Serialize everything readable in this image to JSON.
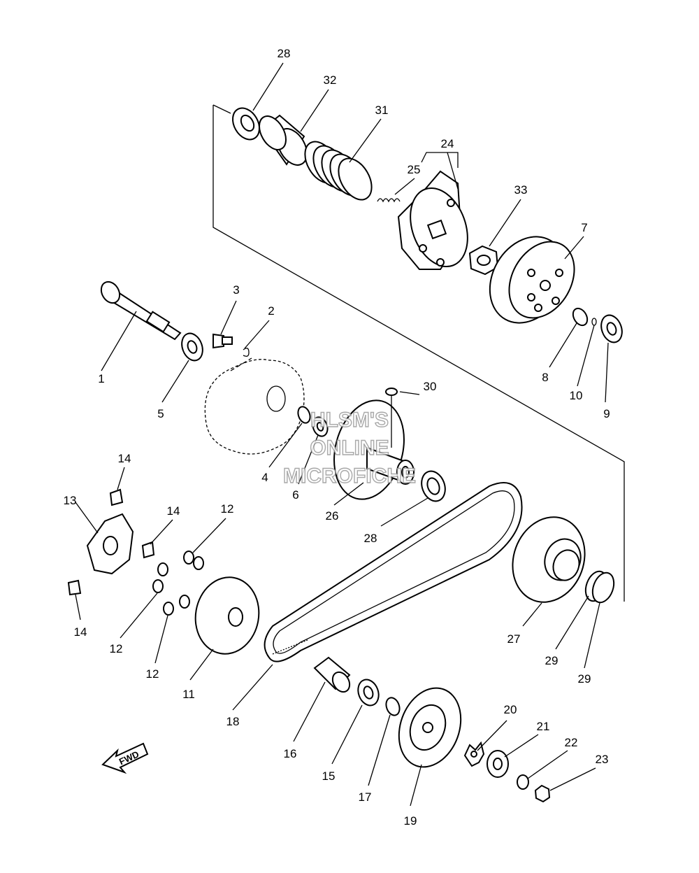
{
  "diagram": {
    "callouts": [
      {
        "id": "1",
        "text": "1"
      },
      {
        "id": "2",
        "text": "2"
      },
      {
        "id": "3",
        "text": "3"
      },
      {
        "id": "4",
        "text": "4"
      },
      {
        "id": "5",
        "text": "5"
      },
      {
        "id": "6",
        "text": "6"
      },
      {
        "id": "7",
        "text": "7"
      },
      {
        "id": "8",
        "text": "8"
      },
      {
        "id": "9",
        "text": "9"
      },
      {
        "id": "10",
        "text": "10"
      },
      {
        "id": "11",
        "text": "11"
      },
      {
        "id": "12a",
        "text": "12"
      },
      {
        "id": "12b",
        "text": "12"
      },
      {
        "id": "12c",
        "text": "12"
      },
      {
        "id": "13",
        "text": "13"
      },
      {
        "id": "14a",
        "text": "14"
      },
      {
        "id": "14b",
        "text": "14"
      },
      {
        "id": "14c",
        "text": "14"
      },
      {
        "id": "15",
        "text": "15"
      },
      {
        "id": "16",
        "text": "16"
      },
      {
        "id": "17",
        "text": "17"
      },
      {
        "id": "18",
        "text": "18"
      },
      {
        "id": "19",
        "text": "19"
      },
      {
        "id": "20",
        "text": "20"
      },
      {
        "id": "21",
        "text": "21"
      },
      {
        "id": "22",
        "text": "22"
      },
      {
        "id": "23",
        "text": "23"
      },
      {
        "id": "24",
        "text": "24"
      },
      {
        "id": "25",
        "text": "25"
      },
      {
        "id": "26",
        "text": "26"
      },
      {
        "id": "27",
        "text": "27"
      },
      {
        "id": "28a",
        "text": "28"
      },
      {
        "id": "28b",
        "text": "28"
      },
      {
        "id": "29a",
        "text": "29"
      },
      {
        "id": "29b",
        "text": "29"
      },
      {
        "id": "30",
        "text": "30"
      },
      {
        "id": "31",
        "text": "31"
      },
      {
        "id": "32",
        "text": "32"
      },
      {
        "id": "33",
        "text": "33"
      }
    ],
    "watermark": [
      "HLSM'S",
      "ONLINE",
      "MICROFICHE"
    ],
    "direction_label": "FWD"
  },
  "colors": {
    "line": "#000000",
    "background": "#ffffff",
    "watermark": "#999999"
  }
}
